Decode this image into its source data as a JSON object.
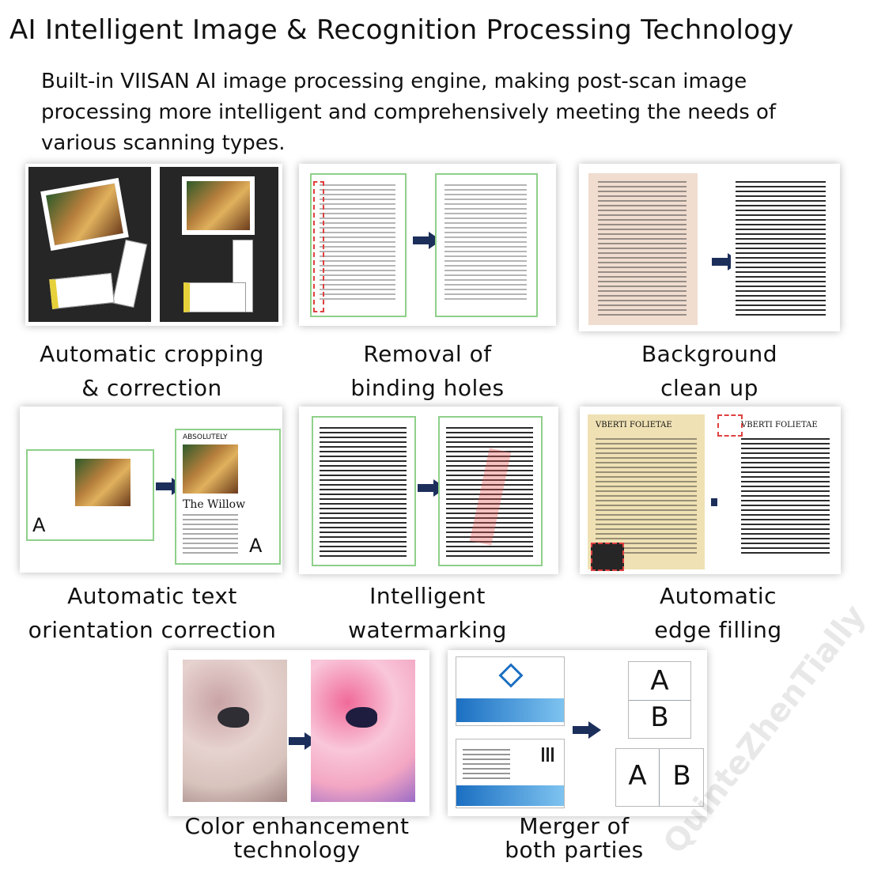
{
  "header": {
    "title": "AI Intelligent Image & Recognition Processing Technology",
    "intro": "Built-in VIISAN AI image processing engine, making post-scan image processing more intelligent and comprehensively meeting the needs of various scanning types."
  },
  "features": [
    {
      "line1": "Automatic cropping",
      "line2": "& correction"
    },
    {
      "line1": "Removal of",
      "line2": "binding holes"
    },
    {
      "line1": "Background",
      "line2": "clean up"
    },
    {
      "line1": "Automatic text",
      "line2": "orientation correction"
    },
    {
      "line1": "Intelligent",
      "line2": "watermarking"
    },
    {
      "line1": "Automatic",
      "line2": "edge filling"
    },
    {
      "line1": "Color enhancement",
      "line2": "technology"
    },
    {
      "line1": "Merger of",
      "line2": "both parties"
    }
  ],
  "samples": {
    "page_letter": "A",
    "merge_a": "A",
    "merge_b": "B",
    "book_title": "VBERTI FOLIETAE",
    "book_title_right": "VBERTI FOLIETAE",
    "magazine_title": "The Willow",
    "magazine_header": "ABSOLUTELY"
  },
  "watermark_text": "QuinteZhenTially",
  "colors": {
    "arrow": "#1c2f5b",
    "frame_green": "#8fd08a"
  }
}
